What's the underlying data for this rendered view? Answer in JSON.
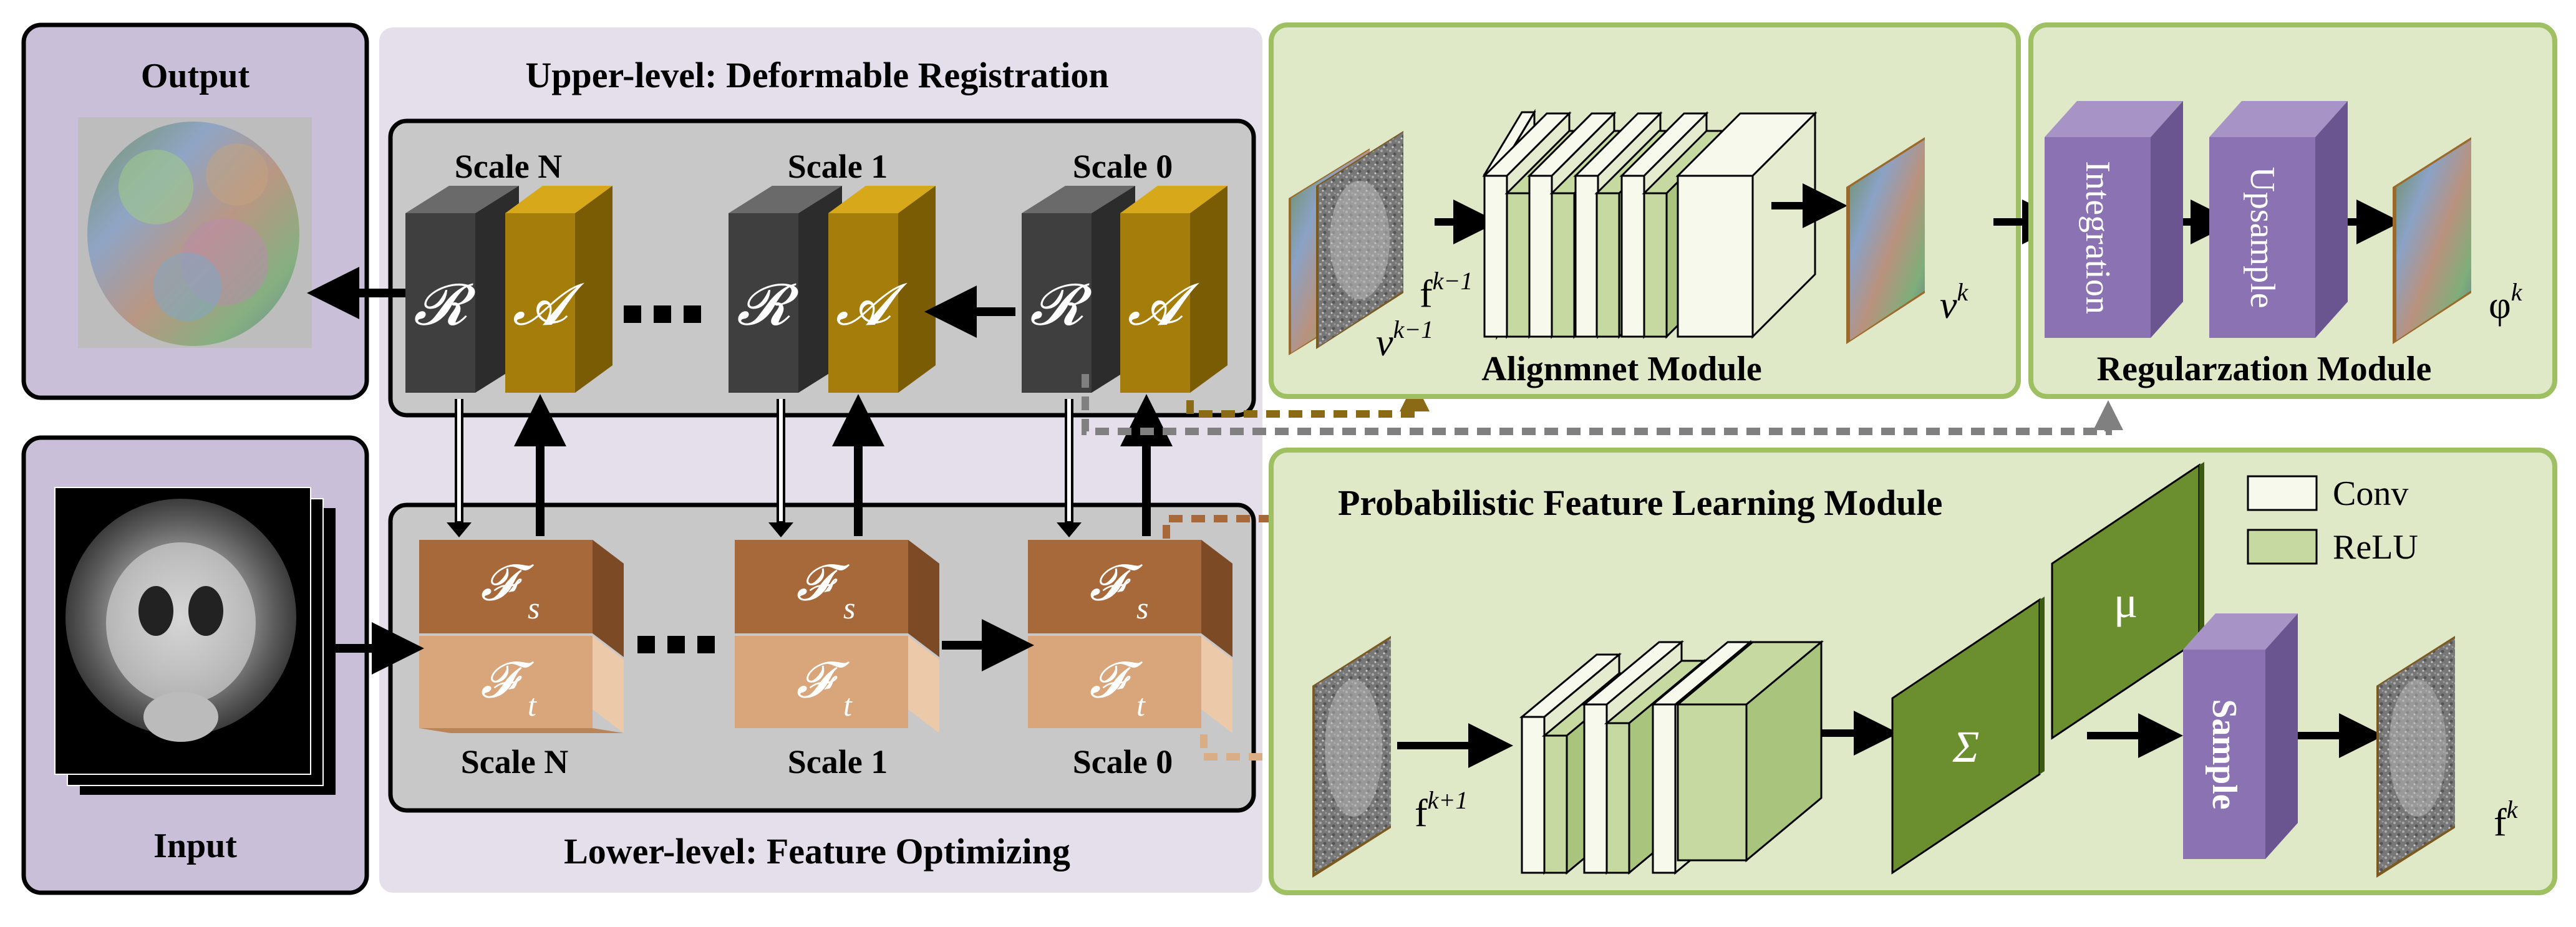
{
  "panels": {
    "output_title": "Output",
    "input_title": "Input",
    "upper_title": "Upper-level: Deformable Registration",
    "lower_title": "Lower-level: Feature Optimizing",
    "align_title": "Alignmnet Module",
    "reg_title": "Regularzation Module",
    "prob_title": "Probabilistic Feature Learning Module"
  },
  "scales": {
    "upper": [
      "Scale N",
      "Scale 1",
      "Scale 0"
    ],
    "lower": [
      "Scale N",
      "Scale 1",
      "Scale 0"
    ]
  },
  "blocks": {
    "reg_letter": "𝓡",
    "agg_letter": "𝓐",
    "fs_main": "𝓕",
    "fs_sub": "s",
    "ft_main": "𝓕",
    "ft_sub": "t",
    "ellipsis": "■ ■ ■"
  },
  "align": {
    "label_v_prev": "v",
    "label_v_prev_sup": "k−1",
    "label_f_prev": "f",
    "label_f_prev_sup": "k−1",
    "label_v": "v",
    "label_v_sup": "k"
  },
  "reg": {
    "integration": "Integration",
    "upsample": "Upsample",
    "phi": "φ",
    "phi_sup": "k"
  },
  "prob": {
    "f_next": "f",
    "f_next_sup": "k+1",
    "sigma": "Σ",
    "mu": "μ",
    "sample": "Sample",
    "f_out": "f",
    "f_out_sup": "k"
  },
  "legend": {
    "conv": "Conv",
    "relu": "ReLU"
  },
  "colors": {
    "lavender_panel": "#c9bfd8",
    "light_lavender": "#e6e0ee",
    "gray_box": "#c8c8c8",
    "green_panel": "#dfe9c8",
    "green_border": "#9fbf63",
    "dark_gray_block": "#3f3f3f",
    "gold_block": "#a47d0a",
    "brown_block": "#a8693a",
    "tan_block": "#d9a57a",
    "purple_block": "#8b73b3",
    "olive_block": "#6b8e2f",
    "conv_fill": "#f6f9ec",
    "relu_fill": "#c5d9a0"
  }
}
